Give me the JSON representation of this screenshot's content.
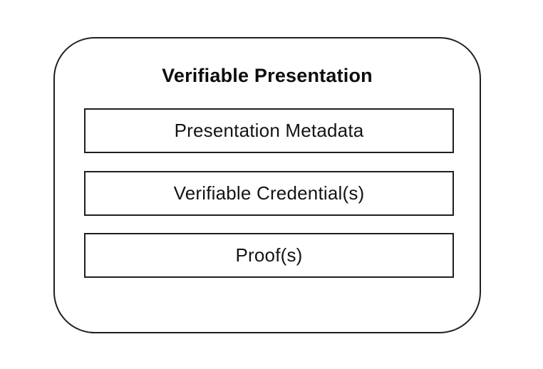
{
  "diagram": {
    "title": "Verifiable Presentation",
    "boxes": [
      {
        "label": "Presentation Metadata"
      },
      {
        "label": "Verifiable Credential(s)"
      },
      {
        "label": "Proof(s)"
      }
    ],
    "colors": {
      "border": "#1f1f1f",
      "background": "#ffffff",
      "text": "#0d0d0d"
    }
  }
}
